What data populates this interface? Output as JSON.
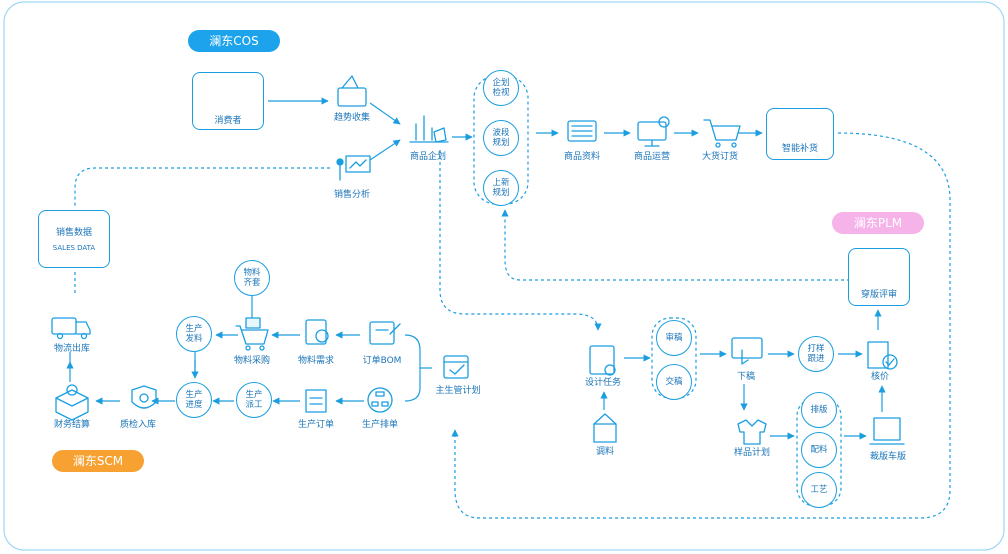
{
  "tags": {
    "cos": "澜东COS",
    "plm": "澜东PLM",
    "scm": "澜东SCM"
  },
  "colors": {
    "line": "#1a9ee0",
    "text": "#1a74b8",
    "cos": "#1ca3ec",
    "plm": "#f08ee0",
    "scm": "#f7a133"
  },
  "cos": {
    "consumer": "消费者",
    "trend": "趋势收集",
    "sales_analysis": "销售分析",
    "product_plan": "商品企划",
    "plan_review": "企划\n检视",
    "wave_plan": "波段\n规划",
    "new_plan": "上新\n规划",
    "product_data": "商品资料",
    "product_ops": "商品运营",
    "bulk_order": "大货订货",
    "smart_replenish": "智能补货"
  },
  "sales_data": {
    "cn": "销售数据",
    "en": "SALES DATA"
  },
  "plm": {
    "fit_review": "穿版评审",
    "design_task": "设计任务",
    "fabric": "调料",
    "review": "审稿",
    "draft_exchange": "交稿",
    "issue_draft": "下稿",
    "sample_follow": "打样\n跟进",
    "sample_plan": "样品计划",
    "price_check": "核价",
    "marker": "排版",
    "matching": "配料",
    "craft": "工艺",
    "cut_sew": "裁版车版"
  },
  "scm": {
    "logistics_out": "物流出库",
    "finance": "财务结算",
    "qc_in": "质检入库",
    "progress": "生产\n进度",
    "issue_material": "生产\n发料",
    "material_kit": "物料\n齐套",
    "material_purchase": "物料采购",
    "dispatch": "生产\n派工",
    "material_demand": "物料需求",
    "prod_order": "生产订单",
    "bom": "订单BOM",
    "schedule": "生产排单",
    "master_plan": "主生管计划"
  }
}
